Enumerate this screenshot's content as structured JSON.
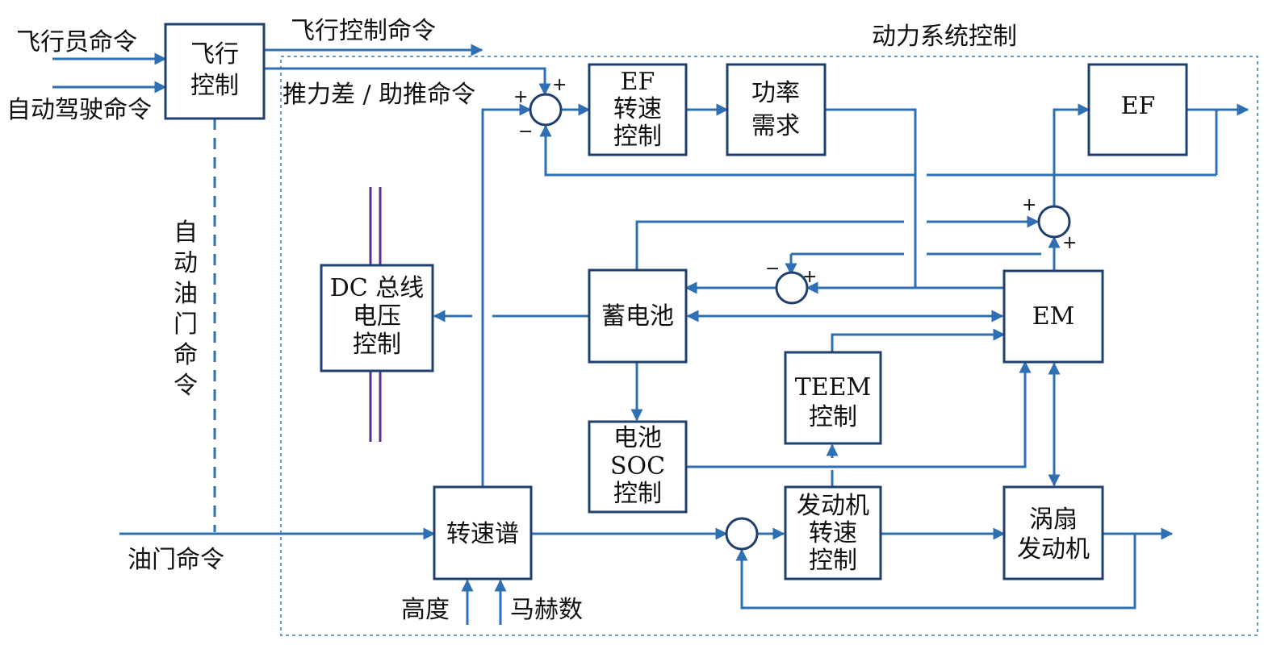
{
  "labels": {
    "pilot_cmd": "飞行员命令",
    "autopilot_cmd": "自动驾驶命令",
    "flight_ctrl_cmd": "飞行控制命令",
    "power_sys_ctrl": "动力系统控制",
    "thrust_cmd": "推力差 / 助推命令",
    "auto_throttle": [
      "自",
      "动",
      "油",
      "门",
      "命",
      "令"
    ],
    "throttle_cmd": "油门命令",
    "altitude": "高度",
    "mach": "马赫数"
  },
  "blocks": {
    "flight_ctrl": [
      "飞行",
      "控制"
    ],
    "ef_speed_ctrl": [
      "EF",
      "转速",
      "控制"
    ],
    "power_demand": [
      "功率",
      "需求"
    ],
    "ef": [
      "EF"
    ],
    "dc_bus": [
      "DC 总线",
      "电压",
      "控制"
    ],
    "battery": [
      "蓄电池"
    ],
    "em": [
      "EM"
    ],
    "teem_ctrl": [
      "TEEM",
      "控制"
    ],
    "battery_soc": [
      "电池",
      "SOC",
      "控制"
    ],
    "speed_map": [
      "转速谱"
    ],
    "engine_speed_ctrl": [
      "发动机",
      "转速",
      "控制"
    ],
    "turbofan": [
      "涡扇",
      "发动机"
    ]
  },
  "signs": {
    "sum1_left": "+",
    "sum1_top": "+",
    "sum1_bottom": "−",
    "sum2_top": "+",
    "sum2_bottom": "+",
    "sum3_left": "−",
    "sum3_right": "+"
  }
}
